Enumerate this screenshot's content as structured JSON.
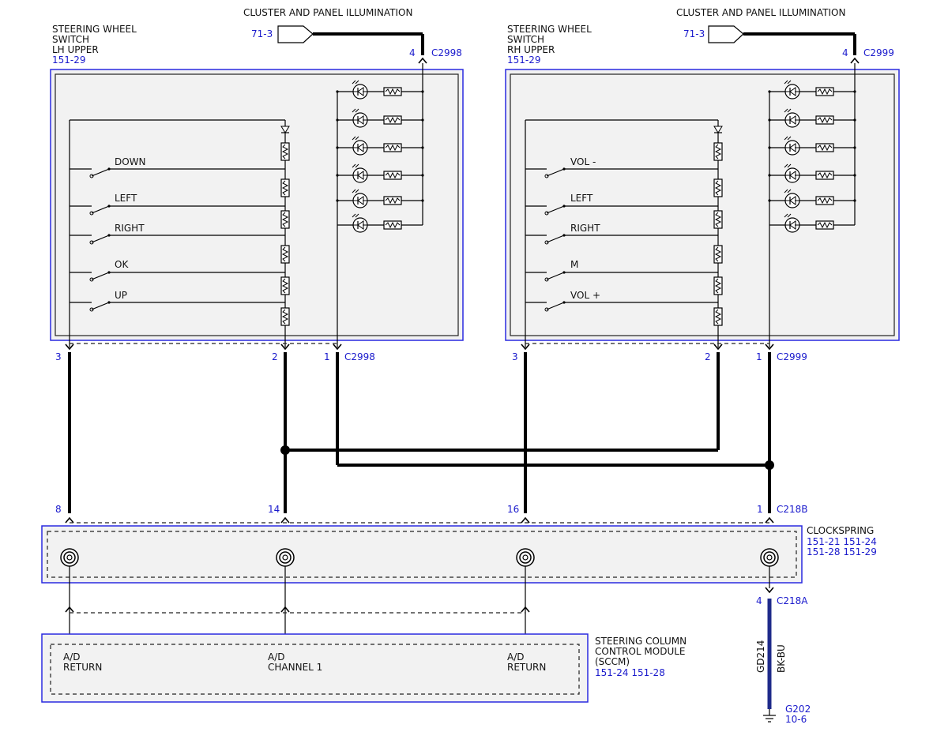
{
  "illumination_title": "CLUSTER AND PANEL ILLUMINATION",
  "illum_ref": "71-3",
  "lh_switch": {
    "name_line1": "STEERING WHEEL",
    "name_line2": "SWITCH",
    "name_line3": "LH UPPER",
    "ref": "151-29",
    "connector": "C2998",
    "illum_pin": "4",
    "pins": [
      "3",
      "2",
      "1"
    ],
    "buttons": [
      "DOWN",
      "LEFT",
      "RIGHT",
      "OK",
      "UP"
    ]
  },
  "rh_switch": {
    "name_line1": "STEERING WHEEL",
    "name_line2": "SWITCH",
    "name_line3": "RH UPPER",
    "ref": "151-29",
    "connector": "C2999",
    "illum_pin": "4",
    "pins": [
      "3",
      "2",
      "1"
    ],
    "buttons": [
      "VOL -",
      "LEFT",
      "RIGHT",
      "M",
      "VOL +"
    ]
  },
  "clockspring": {
    "name": "CLOCKSPRING",
    "refs_line1": "151-21  151-24",
    "refs_line2": "151-28  151-29",
    "connector_b": "C218B",
    "connector_a": "C218A",
    "pins_b": [
      "8",
      "14",
      "16",
      "1"
    ],
    "pin_a": "4"
  },
  "sccm": {
    "name_line1": "STEERING COLUMN",
    "name_line2": "CONTROL MODULE",
    "name_line3": "(SCCM)",
    "refs": "151-24  151-28",
    "terminals": [
      {
        "line1": "A/D",
        "line2": "RETURN"
      },
      {
        "line1": "A/D",
        "line2": "CHANNEL 1"
      },
      {
        "line1": "A/D",
        "line2": "RETURN"
      }
    ]
  },
  "ground": {
    "circuit": "GD214",
    "color": "BK-BU",
    "point": "G202",
    "ref": "10-6"
  },
  "colors": {
    "wire": "#000000",
    "ground_wire": "#1e2a8a",
    "module_outline": "#2a2ae0",
    "reference_text": "#1a1acc"
  }
}
